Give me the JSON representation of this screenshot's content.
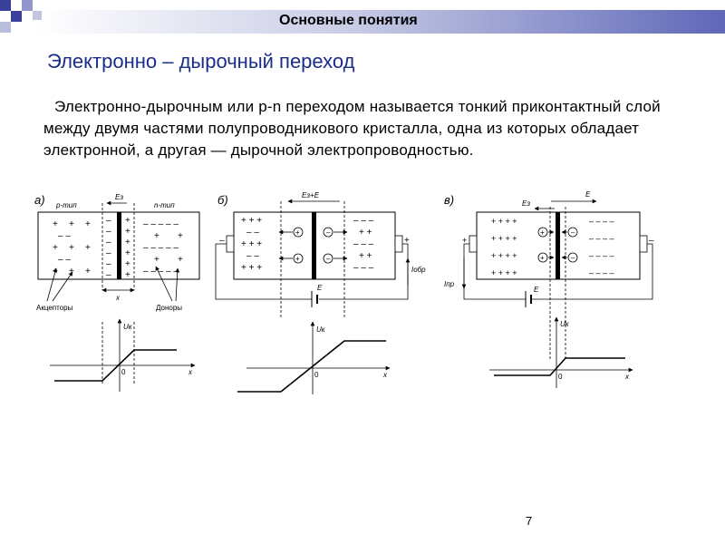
{
  "header": {
    "title": "Основные понятия"
  },
  "slide": {
    "title": "Электронно – дырочный переход",
    "paragraph": "Электронно-дырочным или p-n переходом называется тонкий приконтактный слой между двумя частями полупроводникового кристалла, одна из которых обладает электронной, а другая — дырочной электропроводностью.",
    "page_number": "7"
  },
  "diagrams": {
    "a": {
      "label": "а)",
      "p_type": "p-тип",
      "n_type": "n-тип",
      "field": "Eз",
      "x_mark": "x",
      "acceptors": "Акцепторы",
      "donors": "Доноры",
      "uk": "Uк",
      "zero": "0",
      "x_axis": "x"
    },
    "b": {
      "label": "б)",
      "field": "Eз+E",
      "minus": "–",
      "plus": "+",
      "current": "Iобр",
      "source": "E",
      "uk": "Uк",
      "zero": "0",
      "x_axis": "x",
      "minus_circle": "–",
      "plus_circle": "+"
    },
    "c": {
      "label": "в)",
      "field_internal": "Eз",
      "field_external": "E",
      "plus": "+",
      "minus": "–",
      "current": "Iпр",
      "source": "E",
      "uk": "Uк",
      "zero": "0",
      "x_axis": "x",
      "minus_circle": "–",
      "plus_circle": "+"
    }
  }
}
